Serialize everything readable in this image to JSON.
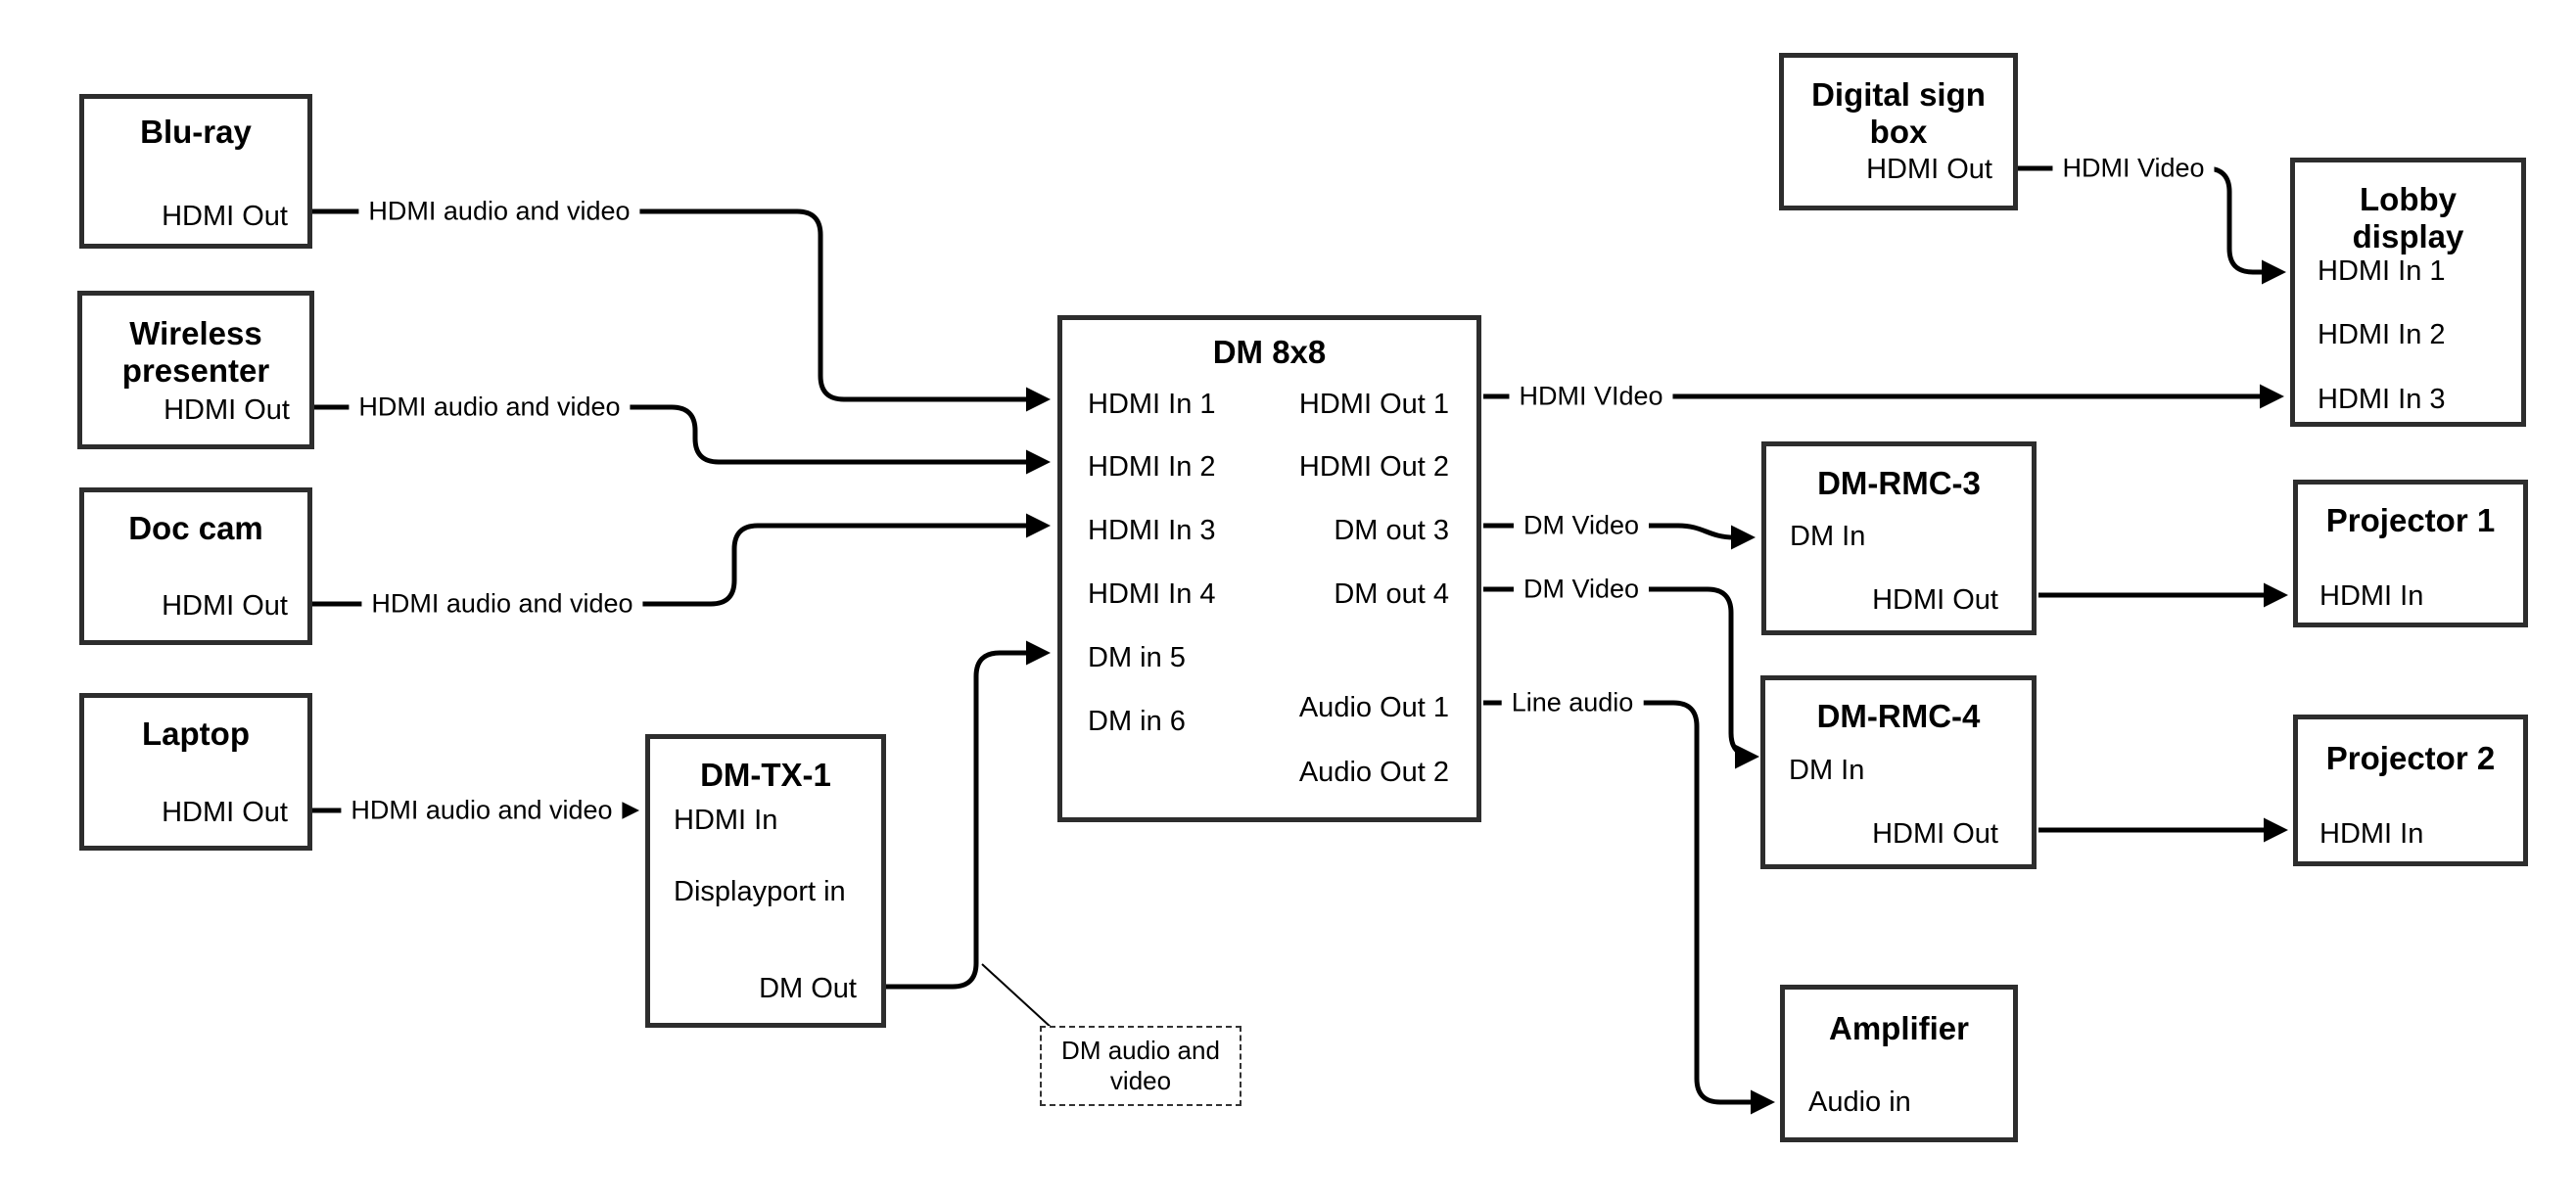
{
  "diagram": {
    "background_color": "#ffffff",
    "line_color": "#000000",
    "box_border_color": "#2d2d2d"
  },
  "nodes": {
    "bluray": {
      "title": "Blu-ray",
      "port_hdmi_out": "HDMI Out"
    },
    "wireless": {
      "title": "Wireless presenter",
      "port_hdmi_out": "HDMI Out"
    },
    "doccam": {
      "title": "Doc cam",
      "port_hdmi_out": "HDMI Out"
    },
    "laptop": {
      "title": "Laptop",
      "port_hdmi_out": "HDMI Out"
    },
    "dmtx1": {
      "title": "DM-TX-1",
      "port_hdmi_in": "HDMI In",
      "port_dp_in": "Displayport in",
      "port_dm_out": "DM Out"
    },
    "dm8x8": {
      "title": "DM 8x8",
      "inputs": [
        "HDMI In 1",
        "HDMI In 2",
        "HDMI In 3",
        "HDMI In 4",
        "DM in 5",
        "DM in 6"
      ],
      "outputs": [
        "HDMI Out 1",
        "HDMI Out 2",
        "DM out 3",
        "DM out 4",
        "Audio Out 1",
        "Audio Out 2"
      ]
    },
    "digitalsign": {
      "title": "Digital sign box",
      "port_hdmi_out": "HDMI Out"
    },
    "lobby": {
      "title": "Lobby display",
      "inputs": [
        "HDMI In 1",
        "HDMI In 2",
        "HDMI In 3"
      ]
    },
    "dmrmc3": {
      "title": "DM-RMC-3",
      "port_dm_in": "DM In",
      "port_hdmi_out": "HDMI Out"
    },
    "projector1": {
      "title": "Projector 1",
      "port_hdmi_in": "HDMI In"
    },
    "dmrmc4": {
      "title": "DM-RMC-4",
      "port_dm_in": "DM In",
      "port_hdmi_out": "HDMI Out"
    },
    "projector2": {
      "title": "Projector 2",
      "port_hdmi_in": "HDMI In"
    },
    "amplifier": {
      "title": "Amplifier",
      "port_audio_in": "Audio in"
    },
    "note": {
      "text": "DM audio and video"
    }
  },
  "edge_labels": {
    "bluray_to_dm8x8": "HDMI audio and video",
    "wireless_to_dm8x8": "HDMI audio and video",
    "doccam_to_dm8x8": "HDMI audio and video",
    "laptop_to_dmtx1": "HDMI audio and video",
    "hdmiout1_to_lobby": "HDMI VIdeo",
    "dmout3_to_dmrmc3": "DM Video",
    "dmout4_to_dmrmc4": "DM Video",
    "audioout1_to_amp": "Line audio",
    "digitalsign_to_lobby": "HDMI Video"
  }
}
